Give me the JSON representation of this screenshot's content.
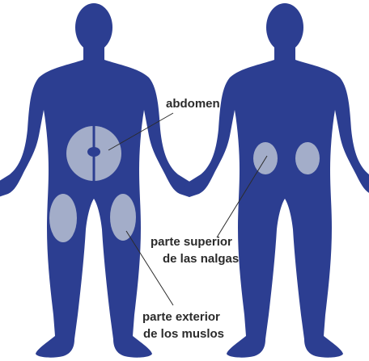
{
  "labels": {
    "abdomen": "abdomen",
    "buttocks_line1": "parte superior",
    "buttocks_line2": "de las nalgas",
    "thighs_line1": "parte exterior",
    "thighs_line2": "de los muslos"
  },
  "colors": {
    "body": "#2c3e91",
    "site": "#a3adc9",
    "text": "#2b2b2b",
    "leader": "#2b2b2b"
  }
}
